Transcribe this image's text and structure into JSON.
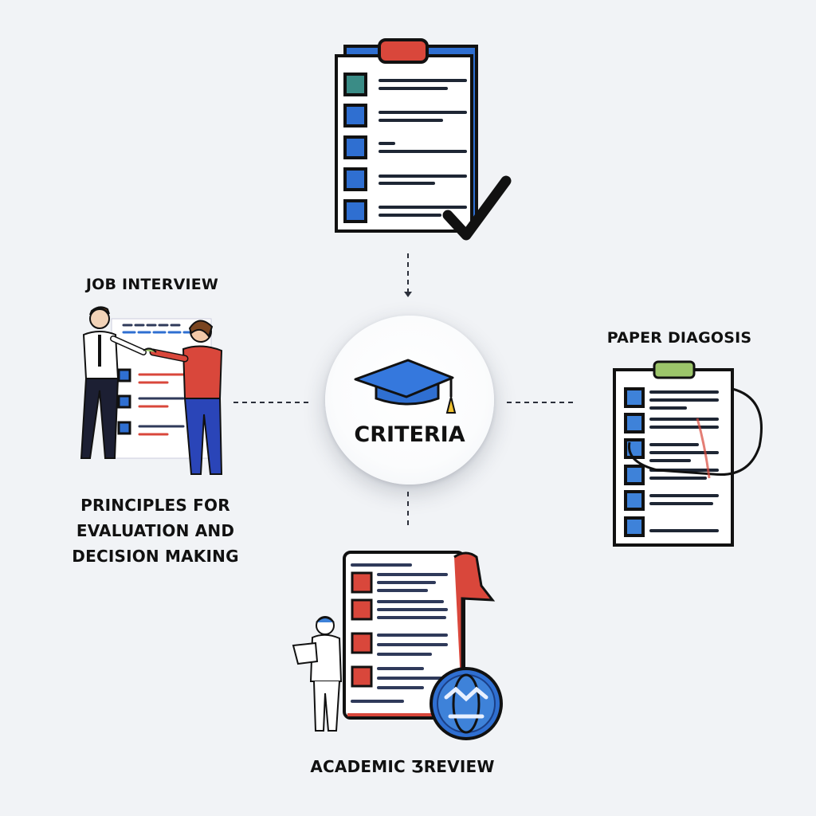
{
  "diagram": {
    "center": {
      "label": "CRITERIA",
      "icon": "graduation-cap-icon"
    },
    "nodes": [
      {
        "id": "top",
        "icon": "checklist-clipboard-icon",
        "label": ""
      },
      {
        "id": "left",
        "title": "JOB INTERVIEW",
        "caption_lines": [
          "PRINCIPLES FOR",
          "EVALUATION AND",
          "DECISION MAKING"
        ],
        "icon": "interview-people-icon"
      },
      {
        "id": "right",
        "title": "PAPER DIAGOSIS",
        "icon": "stethoscope-clipboard-icon"
      },
      {
        "id": "bottom",
        "title": "ACADEMIC ƷREVIEW",
        "icon": "academic-document-globe-icon"
      }
    ],
    "connectors": [
      "top-to-center",
      "left-to-center",
      "center-to-right",
      "center-to-bottom"
    ]
  },
  "colors": {
    "background": "#f1f3f6",
    "accent_blue": "#2f6fd1",
    "accent_red": "#d9473b",
    "accent_green": "#9cc56a",
    "ink": "#111111"
  }
}
